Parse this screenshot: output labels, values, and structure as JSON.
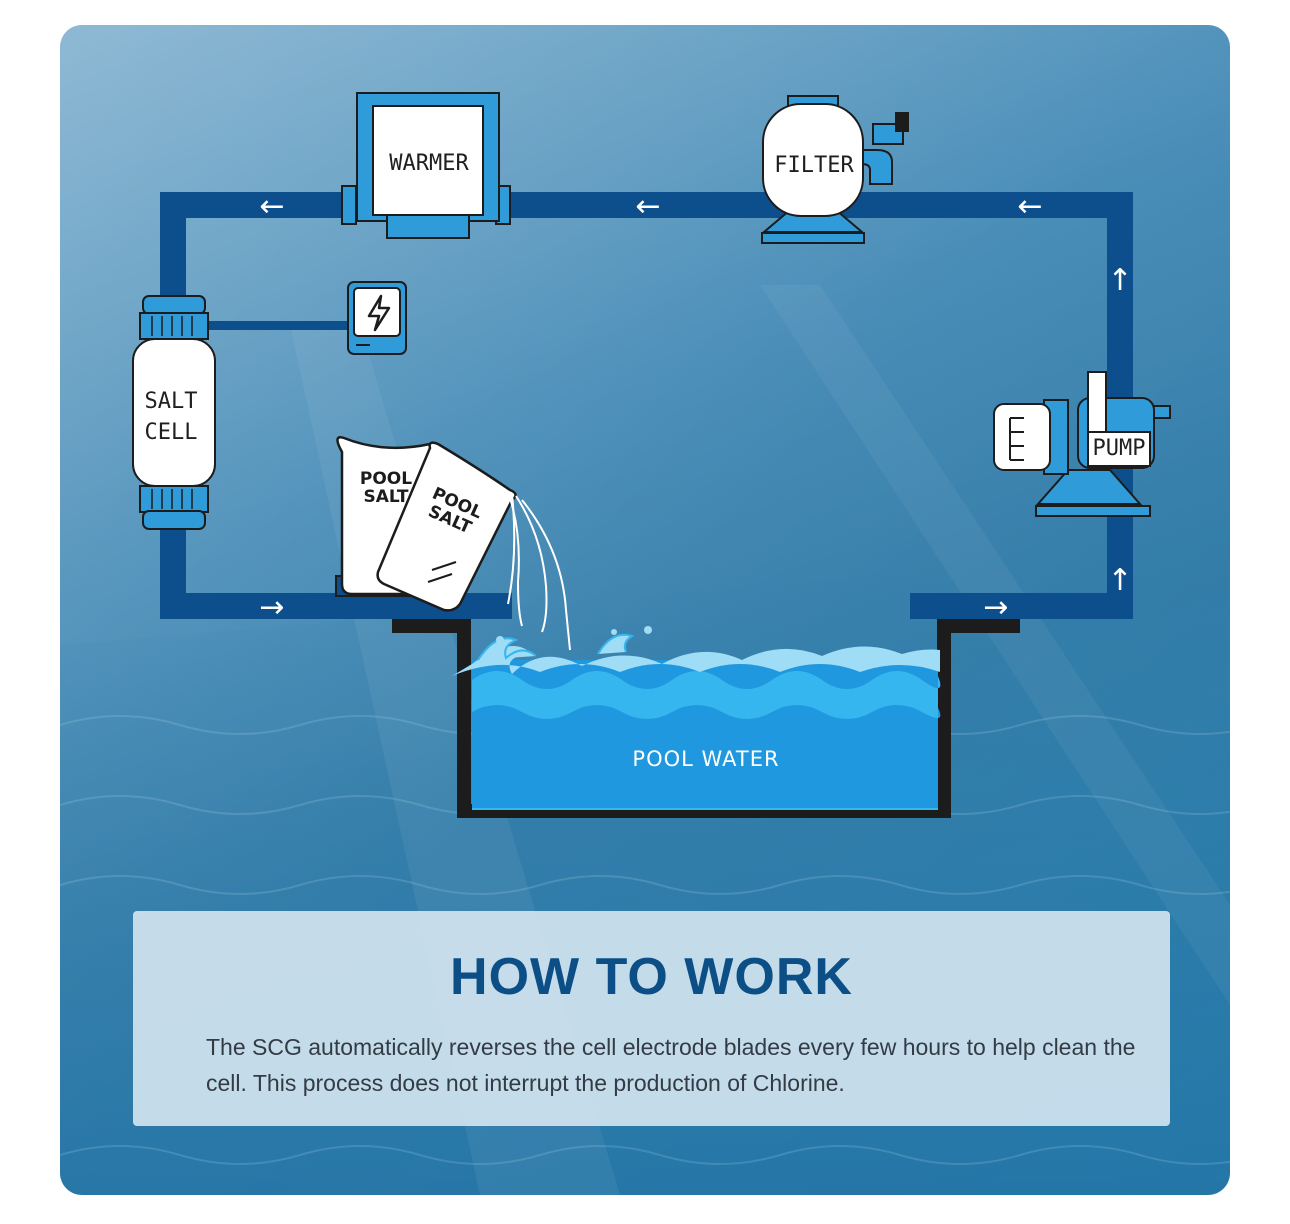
{
  "diagram": {
    "components": {
      "warmer": "WARMER",
      "filter": "FILTER",
      "salt_cell_line1": "SALT",
      "salt_cell_line2": "CELL",
      "pump": "PUMP",
      "pool_water": "POOL WATER",
      "salt_bag_back_line1": "POOL",
      "salt_bag_back_line2": "SALT",
      "salt_bag_front_line1": "POOL",
      "salt_bag_front_line2": "SALT"
    },
    "arrows": [
      "←",
      "←",
      "←",
      "↑",
      "↑",
      "→",
      "→"
    ],
    "colors": {
      "pipe": "#0d4f8d",
      "equipment_accent": "#2f9bd9",
      "water_light": "#9fdcf6",
      "water_mid": "#35b6ee",
      "water_deep": "#1f98e0",
      "basin_outline": "#1c1c1c"
    },
    "icons": [
      "lightning-power-icon",
      "salt-bag-icon",
      "pump-icon",
      "filter-tank-icon",
      "heater-icon",
      "salt-cell-icon"
    ]
  },
  "info": {
    "title": "HOW TO WORK",
    "description": "The SCG automatically reverses the cell electrode blades every few hours to help clean the cell. This process does not interrupt the production of Chlorine."
  }
}
